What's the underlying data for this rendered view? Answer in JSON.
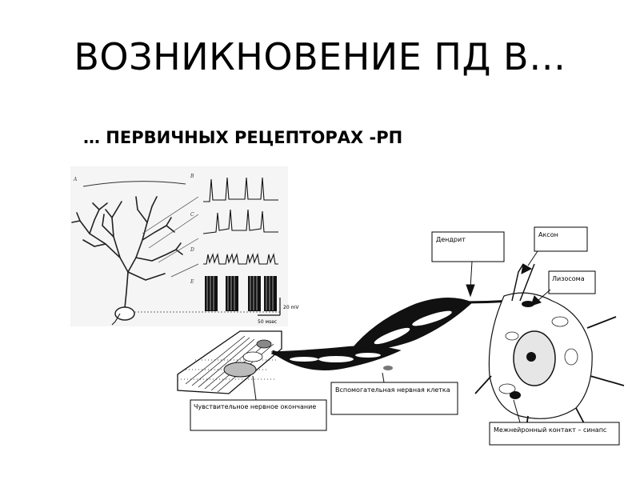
{
  "slide": {
    "title": "ВОЗНИКНОВЕНИЕ ПД В…",
    "subtitle": "…  ПЕРВИЧНЫХ РЕЦЕПТОРАХ -РП"
  },
  "figure_left": {
    "panel_letters": [
      "A",
      "B",
      "C",
      "D",
      "E"
    ],
    "scale_voltage": "20 mV",
    "scale_time": "50 мsec"
  },
  "figure_right": {
    "labels": {
      "dendrite": "Дендрит",
      "axon": "Аксон",
      "lysosome": "Лизосома",
      "auxiliary_cell": "Вспомогательная нервная клетка",
      "sensory_ending": "Чувствительное нервное окончание",
      "synapse": "Межнейронный контакт – синапс"
    }
  }
}
